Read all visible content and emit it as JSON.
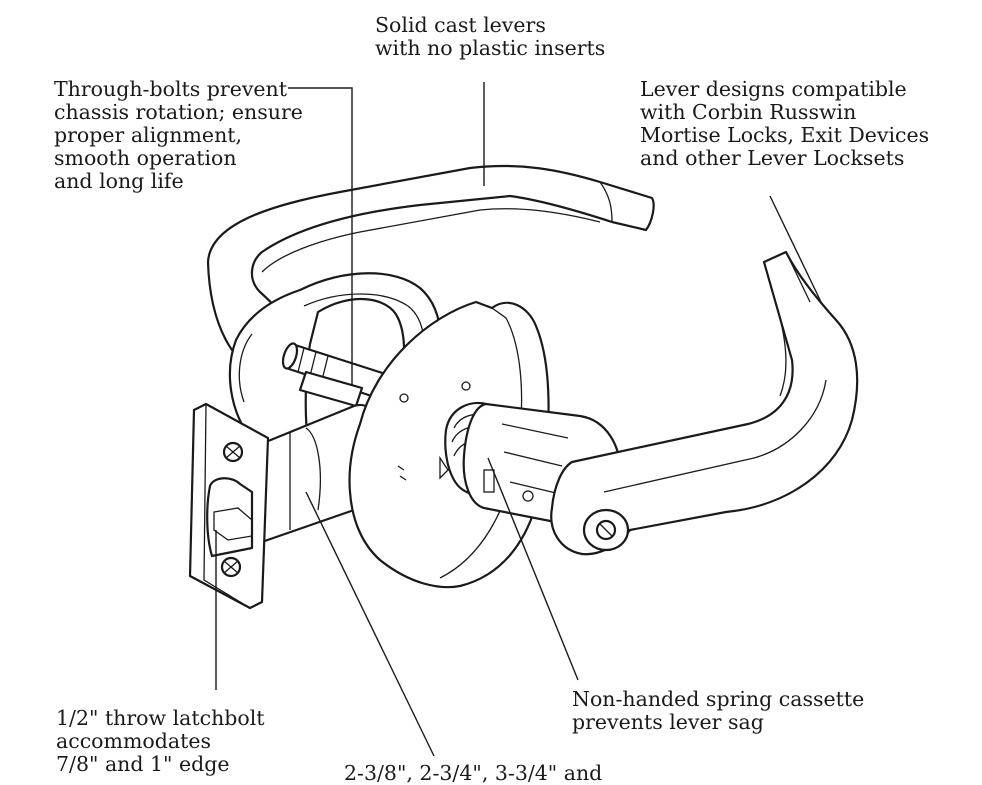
{
  "labels": {
    "levers": [
      "Solid cast levers",
      "with no plastic inserts"
    ],
    "through_bolts": [
      "Through-bolts prevent",
      "chassis rotation; ensure",
      "proper alignment,",
      "smooth operation",
      "and long life"
    ],
    "lever_designs": [
      "Lever designs compatible",
      "with Corbin Russwin",
      "Mortise Locks, Exit Devices",
      "and other Lever Locksets"
    ],
    "latchbolt": [
      "1/2\" throw latchbolt",
      "accommodates",
      "7/8\" and 1\" edge"
    ],
    "cassette": [
      "Non-handed spring cassette",
      "prevents lever sag"
    ],
    "backset": [
      "2-3/8\", 2-3/4\", 3-3/4\" and"
    ]
  },
  "colors": {
    "ink": "#1a1a1a",
    "paper": "#ffffff"
  },
  "icons": [
    "screw-icon",
    "keyway-icon"
  ]
}
